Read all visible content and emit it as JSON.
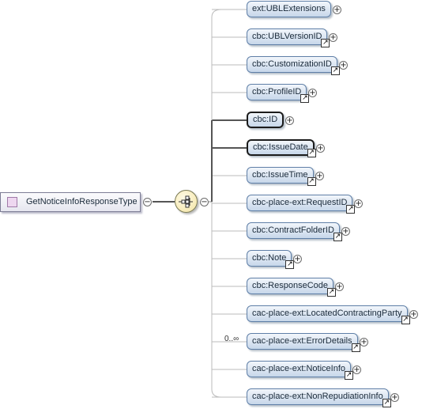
{
  "root": {
    "label": "GetNoticeInfoResponseType"
  },
  "toggles": {
    "collapse": "−",
    "expand": "+"
  },
  "reference_glyph": "↗",
  "compositor": {
    "kind": "sequence",
    "icon": "sequence-icon"
  },
  "elements": [
    {
      "label": "ext:UBLExtensions",
      "required": false,
      "reference": false
    },
    {
      "label": "cbc:UBLVersionID",
      "required": false,
      "reference": true
    },
    {
      "label": "cbc:CustomizationID",
      "required": false,
      "reference": true
    },
    {
      "label": "cbc:ProfileID",
      "required": false,
      "reference": true
    },
    {
      "label": "cbc:ID",
      "required": true,
      "reference": false
    },
    {
      "label": "cbc:IssueDate",
      "required": true,
      "reference": true
    },
    {
      "label": "cbc:IssueTime",
      "required": false,
      "reference": true
    },
    {
      "label": "cbc-place-ext:RequestID",
      "required": false,
      "reference": true
    },
    {
      "label": "cbc:ContractFolderID",
      "required": false,
      "reference": true
    },
    {
      "label": "cbc:Note",
      "required": false,
      "reference": true
    },
    {
      "label": "cbc:ResponseCode",
      "required": false,
      "reference": true
    },
    {
      "label": "cac-place-ext:LocatedContractingParty",
      "required": false,
      "reference": true
    },
    {
      "label": "cac-place-ext:ErrorDetails",
      "required": false,
      "reference": true,
      "cardinality": "0..∞"
    },
    {
      "label": "cac-place-ext:NoticeInfo",
      "required": false,
      "reference": true
    },
    {
      "label": "cac-place-ext:NonRepudiationInfo",
      "required": false,
      "reference": true
    }
  ]
}
